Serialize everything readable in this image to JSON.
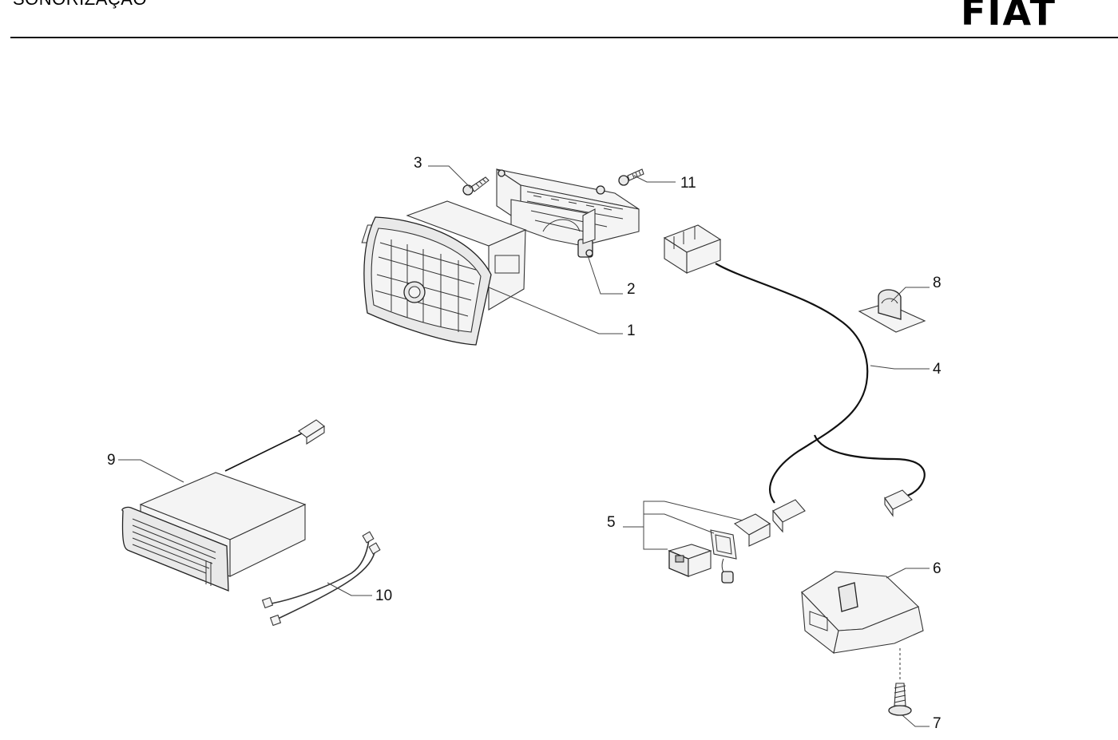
{
  "header": {
    "title": "SONORIZAÇÃO",
    "logo_text": "FIAT"
  },
  "callouts": [
    {
      "id": "1",
      "label": "1"
    },
    {
      "id": "2",
      "label": "2"
    },
    {
      "id": "3",
      "label": "3"
    },
    {
      "id": "4",
      "label": "4"
    },
    {
      "id": "5",
      "label": "5"
    },
    {
      "id": "6",
      "label": "6"
    },
    {
      "id": "7",
      "label": "7"
    },
    {
      "id": "8",
      "label": "8"
    },
    {
      "id": "9",
      "label": "9"
    },
    {
      "id": "10",
      "label": "10"
    },
    {
      "id": "11",
      "label": "11"
    }
  ]
}
